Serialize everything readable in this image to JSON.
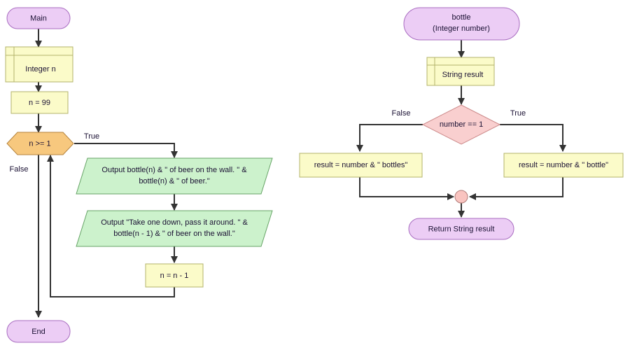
{
  "diagram": {
    "title_visible": false,
    "background_color": "#ffffff",
    "palette": {
      "terminal_fill": "#eccdf5",
      "terminal_stroke": "#a86cc0",
      "process_fill": "#fbfbc9",
      "process_stroke": "#b3b36b",
      "io_fill": "#ccf2cc",
      "io_stroke": "#66a366",
      "hexagon_fill": "#f7c87e",
      "hexagon_stroke": "#b3823c",
      "diamond_fill": "#f9cfcf",
      "diamond_stroke": "#cc8a8a",
      "junction_fill": "#f9c4c0",
      "connector_color": "#333333",
      "text_color": "#1a1033"
    }
  },
  "main_flow": {
    "name": "Main",
    "start": {
      "label": "Main",
      "shape": "terminal"
    },
    "declaration": {
      "label": "Integer n",
      "shape": "declaration"
    },
    "assign_init": {
      "label": "n = 99",
      "shape": "process"
    },
    "condition": {
      "label": "n >= 1",
      "shape": "hexagon"
    },
    "branch_true_label": "True",
    "branch_false_label": "False",
    "output1": {
      "line1": "Output bottle(n) & \" of beer on the wall. \" &",
      "line2": "bottle(n) & \" of beer.\"",
      "shape": "parallelogram"
    },
    "output2": {
      "line1": "Output \"Take one down, pass it around. \" &",
      "line2": "bottle(n - 1) & \" of beer on the wall.\"",
      "shape": "parallelogram"
    },
    "decrement": {
      "label": "n = n - 1",
      "shape": "process"
    },
    "end": {
      "label": "End",
      "shape": "terminal"
    }
  },
  "bottle_function": {
    "name": "bottle",
    "start": {
      "line1": "bottle",
      "line2": "(Integer number)",
      "shape": "terminal"
    },
    "declaration": {
      "label": "String result",
      "shape": "declaration"
    },
    "condition": {
      "label": "number == 1",
      "shape": "diamond"
    },
    "branch_false_label": "False",
    "branch_true_label": "True",
    "false_action": {
      "label": "result = number & \" bottles\"",
      "shape": "process"
    },
    "true_action": {
      "label": "result = number & \" bottle\"",
      "shape": "process"
    },
    "merge": {
      "label": "",
      "shape": "junction-circle"
    },
    "return": {
      "label": "Return String result",
      "shape": "terminal"
    }
  }
}
